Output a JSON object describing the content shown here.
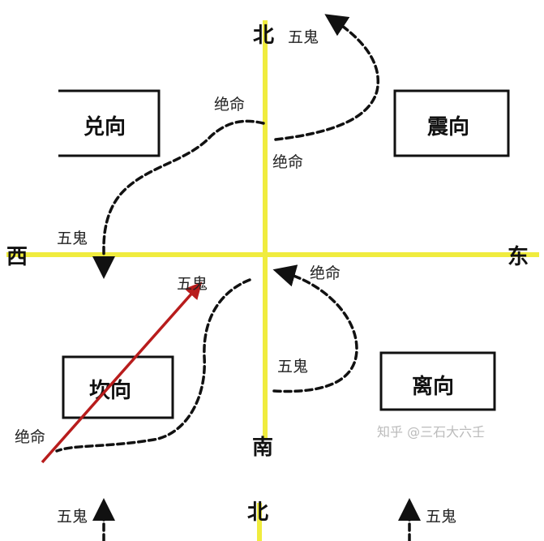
{
  "directions": {
    "north": "北",
    "west": "西",
    "east": "东",
    "south": "南",
    "north_lower": "北"
  },
  "boxes": {
    "dui": "兑向",
    "zhen": "震向",
    "kan": "坎向",
    "li": "离向"
  },
  "labels": {
    "wugui_north": "五鬼",
    "jueming_upper_left": "绝命",
    "jueming_upper_right": "绝命",
    "wugui_west": "五鬼",
    "wugui_center": "五鬼",
    "jueming_center_right": "绝命",
    "wugui_lower_right": "五鬼",
    "jueming_lower_left": "绝命",
    "wugui_bottom_left": "五鬼",
    "wugui_bottom_right": "五鬼"
  },
  "watermark": "知乎 @三石大六壬",
  "colors": {
    "axis": "#f0ec3e",
    "arrow": "#b81c1c",
    "ink": "#111111"
  }
}
